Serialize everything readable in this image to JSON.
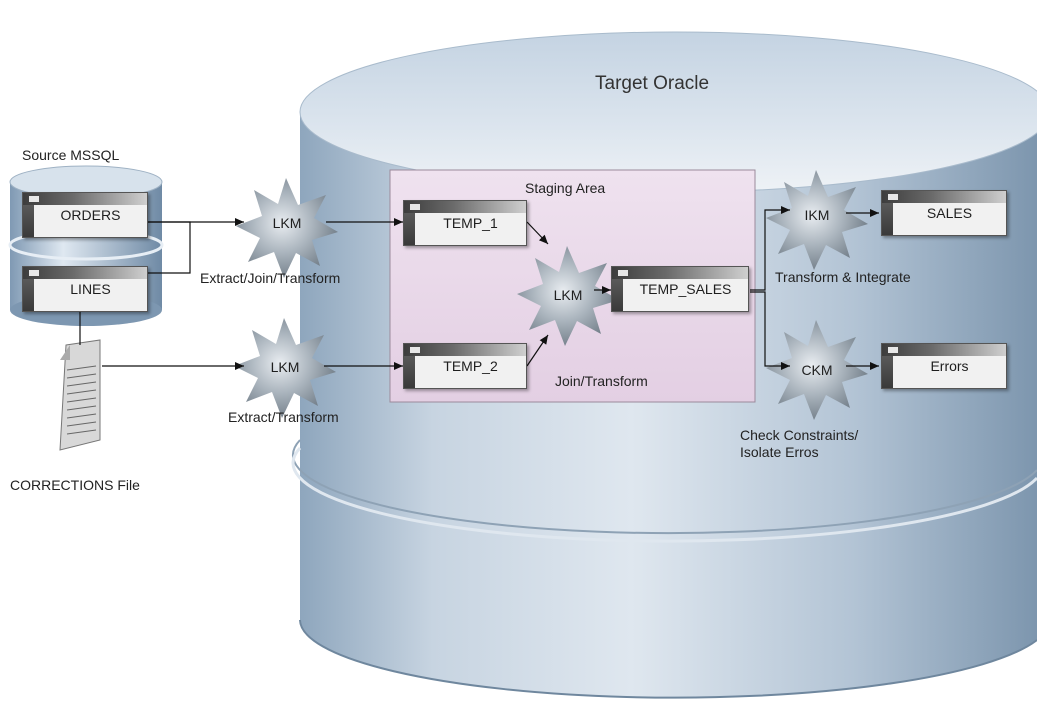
{
  "target": {
    "title": "Target Oracle"
  },
  "source": {
    "title": "Source MSSQL",
    "tables": [
      "ORDERS",
      "LINES"
    ]
  },
  "file": {
    "label": "CORRECTIONS File"
  },
  "staging": {
    "title": "Staging Area",
    "tables": [
      "TEMP_1",
      "TEMP_2",
      "TEMP_SALES"
    ],
    "join_label": "Join/Transform"
  },
  "knowledge_modules": {
    "lkm_source": {
      "name": "LKM",
      "caption": "Extract/Join/Transform"
    },
    "lkm_file": {
      "name": "LKM",
      "caption": "Extract/Transform"
    },
    "lkm_staging": {
      "name": "LKM"
    },
    "ikm": {
      "name": "IKM",
      "caption": "Transform & Integrate"
    },
    "ckm": {
      "name": "CKM",
      "caption_line1": "Check Constraints/",
      "caption_line2": "Isolate Erros"
    }
  },
  "target_tables": {
    "sales": "SALES",
    "errors": "Errors"
  },
  "colors": {
    "cylinder_top": "#c8d6e4",
    "cylinder_body": "#a8bccf",
    "staging_fill": "#ead9ea",
    "starburst": "#8e9aa4"
  }
}
